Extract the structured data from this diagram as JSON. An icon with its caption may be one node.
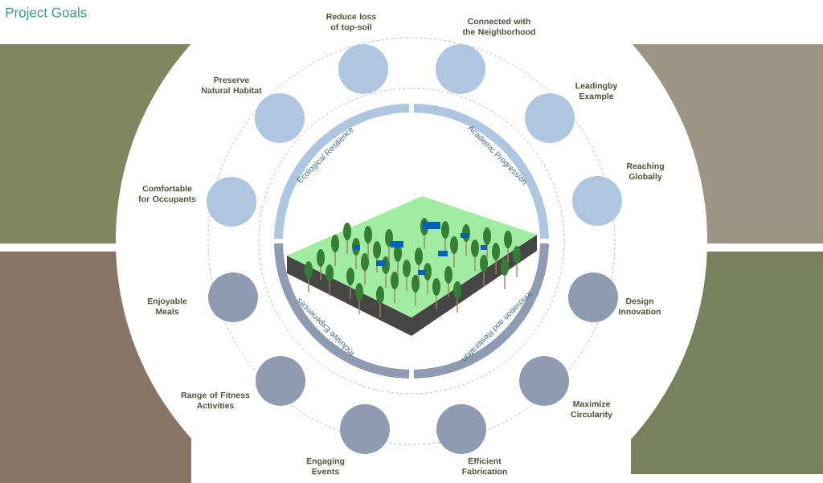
{
  "diagram": {
    "title": "Project Goals",
    "nodes": [
      {
        "text": [],
        "shape": "circle",
        "beside": [
          "Reduce loss of top-soil"
        ]
      },
      {
        "text": [],
        "shape": "circle",
        "beside": [
          "Connected with the Neighborhood"
        ]
      },
      {
        "text": [],
        "shape": "circle",
        "beside": [
          "Leadingby Example"
        ]
      },
      {
        "text": [],
        "shape": "circle",
        "beside": [
          "Reaching Globally"
        ]
      },
      {
        "text": [],
        "shape": "circle",
        "beside": [
          "Design Innovation"
        ]
      },
      {
        "text": [],
        "shape": "circle",
        "beside": [
          "Maximize Circularity"
        ]
      },
      {
        "text": [],
        "shape": "circle",
        "beside": [
          "Efficient Fabrication"
        ]
      },
      {
        "text": [],
        "shape": "circle",
        "beside": [
          "Engaging Events"
        ]
      },
      {
        "text": [],
        "shape": "circle",
        "beside": [
          "Range of Fitness Activities"
        ]
      },
      {
        "text": [],
        "shape": "circle",
        "beside": [
          "Enjoyable Meals"
        ]
      },
      {
        "text": [],
        "shape": "circle",
        "beside": [
          "Comfortable for Occupants"
        ]
      },
      {
        "text": [],
        "shape": "circle",
        "beside": [
          "Preserve Natural Habitat"
        ]
      },
      {
        "text": [
          "Ecological Resilience"
        ]
      },
      {
        "text": [
          "Academic Progression"
        ]
      },
      {
        "text": [
          "Innovation and Restoration"
        ]
      },
      {
        "text": [
          "Inclusive Experiences"
        ]
      }
    ]
  }
}
